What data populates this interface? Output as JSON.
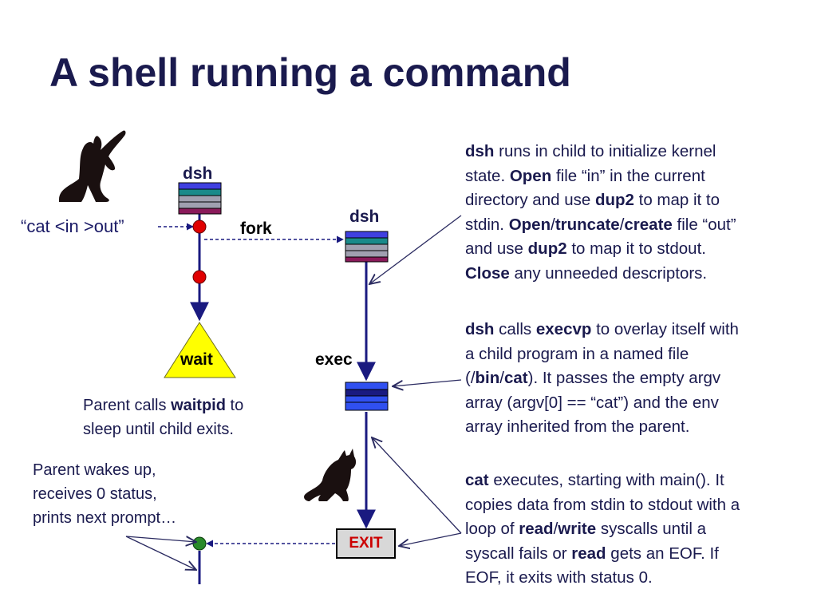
{
  "slide": {
    "title": "A shell running a command"
  },
  "labels": {
    "dsh_parent": "dsh",
    "dsh_child": "dsh",
    "fork": "fork",
    "exec": "exec",
    "wait": "wait",
    "exit": "EXIT",
    "command": "“cat <in >out”"
  },
  "notes": {
    "child_setup": [
      [
        {
          "t": "dsh",
          "b": true
        },
        {
          "t": " runs in child to initialize kernel"
        }
      ],
      [
        {
          "t": "state.  "
        },
        {
          "t": "Open",
          "b": true
        },
        {
          "t": " file “in” in the current"
        }
      ],
      [
        {
          "t": "directory and use "
        },
        {
          "t": "dup2",
          "b": true
        },
        {
          "t": " to map it to"
        }
      ],
      [
        {
          "t": "stdin.  "
        },
        {
          "t": "Open",
          "b": true
        },
        {
          "t": "/"
        },
        {
          "t": "truncate",
          "b": true
        },
        {
          "t": "/"
        },
        {
          "t": "create",
          "b": true
        },
        {
          "t": " file “out”"
        }
      ],
      [
        {
          "t": "and use "
        },
        {
          "t": "dup2",
          "b": true
        },
        {
          "t": " to map it to stdout."
        }
      ],
      [
        {
          "t": "Close",
          "b": true
        },
        {
          "t": " any unneeded descriptors."
        }
      ]
    ],
    "execvp": [
      [
        {
          "t": "dsh",
          "b": true
        },
        {
          "t": " calls "
        },
        {
          "t": "execvp",
          "b": true
        },
        {
          "t": " to overlay itself with"
        }
      ],
      [
        {
          "t": "a child program in a named file"
        }
      ],
      [
        {
          "t": "(/"
        },
        {
          "t": "bin",
          "b": true
        },
        {
          "t": "/"
        },
        {
          "t": "cat",
          "b": true
        },
        {
          "t": ").  It passes the empty argv"
        }
      ],
      [
        {
          "t": "array (argv[0] == “cat”) and the env"
        }
      ],
      [
        {
          "t": "array inherited from the parent."
        }
      ]
    ],
    "cat_exec": [
      [
        {
          "t": "cat",
          "b": true
        },
        {
          "t": " executes, starting with main().  It"
        }
      ],
      [
        {
          "t": "copies data from stdin to stdout with a"
        }
      ],
      [
        {
          "t": "loop of "
        },
        {
          "t": "read",
          "b": true
        },
        {
          "t": "/"
        },
        {
          "t": "write",
          "b": true
        },
        {
          "t": " syscalls until a"
        }
      ],
      [
        {
          "t": "syscall fails or "
        },
        {
          "t": "read",
          "b": true
        },
        {
          "t": " gets an EOF.   If"
        }
      ],
      [
        {
          "t": "EOF, it exits with status 0."
        }
      ]
    ],
    "parent_wait": [
      [
        {
          "t": "Parent  calls "
        },
        {
          "t": "waitpid",
          "b": true
        },
        {
          "t": " to"
        }
      ],
      [
        {
          "t": "sleep until child exits."
        }
      ]
    ],
    "parent_wakes": [
      [
        {
          "t": "Parent wakes up,"
        }
      ],
      [
        {
          "t": "receives 0 status,"
        }
      ],
      [
        {
          "t": "prints next prompt…"
        }
      ]
    ]
  },
  "colors": {
    "title": "#1a1a4e",
    "text": "#1a1a4e",
    "process_line": "#1a1a80",
    "node_red": "#e00000",
    "node_green": "#2a8a2a",
    "wait_triangle": "#ffff00",
    "exit_text": "#cc0000",
    "stack_band_1": "#4040e0",
    "stack_band_2": "#1a8a8a",
    "stack_band_3": "#a0a0b0",
    "stack_band_4": "#8a1a5a"
  },
  "icons": {
    "cat_stretching": "cat-silhouette-icon",
    "cat_sitting": "cat-silhouette-icon"
  }
}
